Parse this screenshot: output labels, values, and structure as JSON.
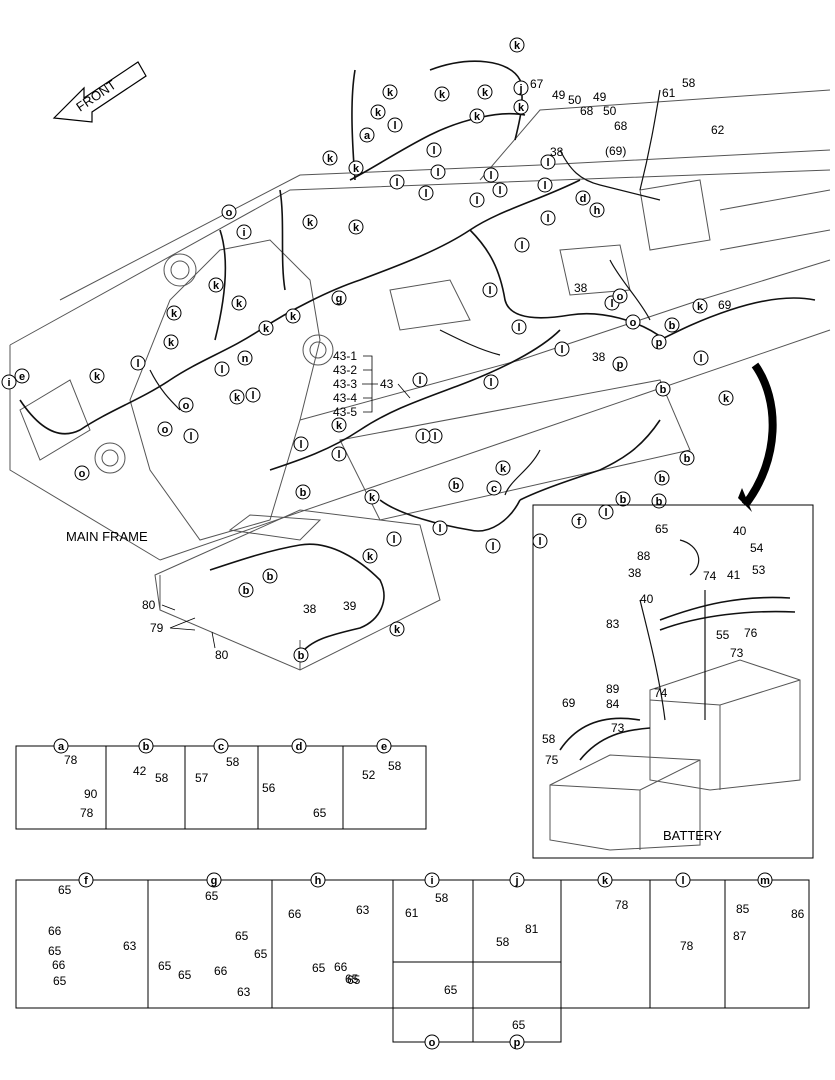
{
  "front_label": "FRONT",
  "main_frame_label": "MAIN FRAME",
  "battery_label": "BATTERY",
  "group_43": {
    "main": "43",
    "subs": [
      "43-1",
      "43-2",
      "43-3",
      "43-4",
      "43-5"
    ]
  },
  "callouts_main": [
    {
      "id": "c58a",
      "text": "58"
    },
    {
      "id": "c61",
      "text": "61"
    },
    {
      "id": "c62",
      "text": "62"
    },
    {
      "id": "c67",
      "text": "67"
    },
    {
      "id": "c49a",
      "text": "49"
    },
    {
      "id": "c50a",
      "text": "50"
    },
    {
      "id": "c49b",
      "text": "49"
    },
    {
      "id": "c68a",
      "text": "68"
    },
    {
      "id": "c50b",
      "text": "50"
    },
    {
      "id": "c68b",
      "text": "68"
    },
    {
      "id": "c38a",
      "text": "38"
    },
    {
      "id": "c69a",
      "text": "(69)"
    },
    {
      "id": "c38b",
      "text": "38"
    },
    {
      "id": "c38c",
      "text": "38"
    },
    {
      "id": "c69b",
      "text": "69"
    },
    {
      "id": "c38d",
      "text": "38"
    },
    {
      "id": "c39",
      "text": "39"
    },
    {
      "id": "c80a",
      "text": "80"
    },
    {
      "id": "c79",
      "text": "79"
    },
    {
      "id": "c80b",
      "text": "80"
    }
  ],
  "callouts_battery": [
    {
      "id": "b65",
      "text": "65"
    },
    {
      "id": "b40a",
      "text": "40"
    },
    {
      "id": "b88",
      "text": "88"
    },
    {
      "id": "b54",
      "text": "54"
    },
    {
      "id": "b38",
      "text": "38"
    },
    {
      "id": "b74a",
      "text": "74"
    },
    {
      "id": "b41",
      "text": "41"
    },
    {
      "id": "b53",
      "text": "53"
    },
    {
      "id": "b40b",
      "text": "40"
    },
    {
      "id": "b83",
      "text": "83"
    },
    {
      "id": "b55",
      "text": "55"
    },
    {
      "id": "b76",
      "text": "76"
    },
    {
      "id": "b73a",
      "text": "73"
    },
    {
      "id": "b89",
      "text": "89"
    },
    {
      "id": "b84",
      "text": "84"
    },
    {
      "id": "b74b",
      "text": "74"
    },
    {
      "id": "b69",
      "text": "69"
    },
    {
      "id": "b58",
      "text": "58"
    },
    {
      "id": "b73b",
      "text": "73"
    },
    {
      "id": "b75",
      "text": "75"
    }
  ],
  "detail_row1": [
    {
      "letter": "a",
      "parts": [
        "78",
        "90",
        "78"
      ]
    },
    {
      "letter": "b",
      "parts": [
        "42",
        "58"
      ]
    },
    {
      "letter": "c",
      "parts": [
        "58",
        "57"
      ]
    },
    {
      "letter": "d",
      "parts": [
        "56",
        "65"
      ]
    },
    {
      "letter": "e",
      "parts": [
        "52",
        "58"
      ]
    }
  ],
  "detail_row2": [
    {
      "letter": "f",
      "parts": [
        "65",
        "66",
        "65",
        "66",
        "65",
        "63"
      ]
    },
    {
      "letter": "g",
      "parts": [
        "65",
        "65",
        "65",
        "66",
        "65",
        "63",
        "65"
      ]
    },
    {
      "letter": "h",
      "parts": [
        "66",
        "63",
        "65",
        "65",
        "66",
        "65"
      ]
    },
    {
      "letter": "i",
      "parts": [
        "58",
        "61"
      ]
    },
    {
      "letter": "j",
      "parts": [
        "58",
        "81"
      ]
    },
    {
      "letter": "k",
      "parts": [
        "78"
      ]
    },
    {
      "letter": "l",
      "parts": [
        "78"
      ]
    },
    {
      "letter": "m",
      "parts": [
        "85",
        "86",
        "87"
      ]
    }
  ],
  "detail_row3": [
    {
      "letter": "o",
      "parts": [
        "65"
      ]
    },
    {
      "letter": "p",
      "parts": [
        "65"
      ]
    }
  ],
  "main_letters": [
    "k",
    "k",
    "k",
    "k",
    "j",
    "k",
    "k",
    "a",
    "l",
    "k",
    "k",
    "k",
    "l",
    "l",
    "l",
    "l",
    "l",
    "l",
    "l",
    "l",
    "d",
    "l",
    "h",
    "o",
    "i",
    "k",
    "k",
    "k",
    "l",
    "l",
    "g",
    "k",
    "k",
    "k",
    "k",
    "o",
    "l",
    "k",
    "n",
    "i",
    "e",
    "k",
    "l",
    "o",
    "o",
    "l",
    "k",
    "l",
    "o",
    "l",
    "l",
    "l",
    "l",
    "l",
    "l",
    "l",
    "l",
    "k",
    "l",
    "l",
    "k",
    "k",
    "b",
    "p",
    "o",
    "b",
    "b",
    "k",
    "c",
    "b",
    "b",
    "b",
    "b",
    "b",
    "b",
    "l",
    "f",
    "l",
    "l",
    "l",
    "l",
    "k",
    "k",
    "b",
    "k",
    "b",
    "l",
    "p"
  ]
}
